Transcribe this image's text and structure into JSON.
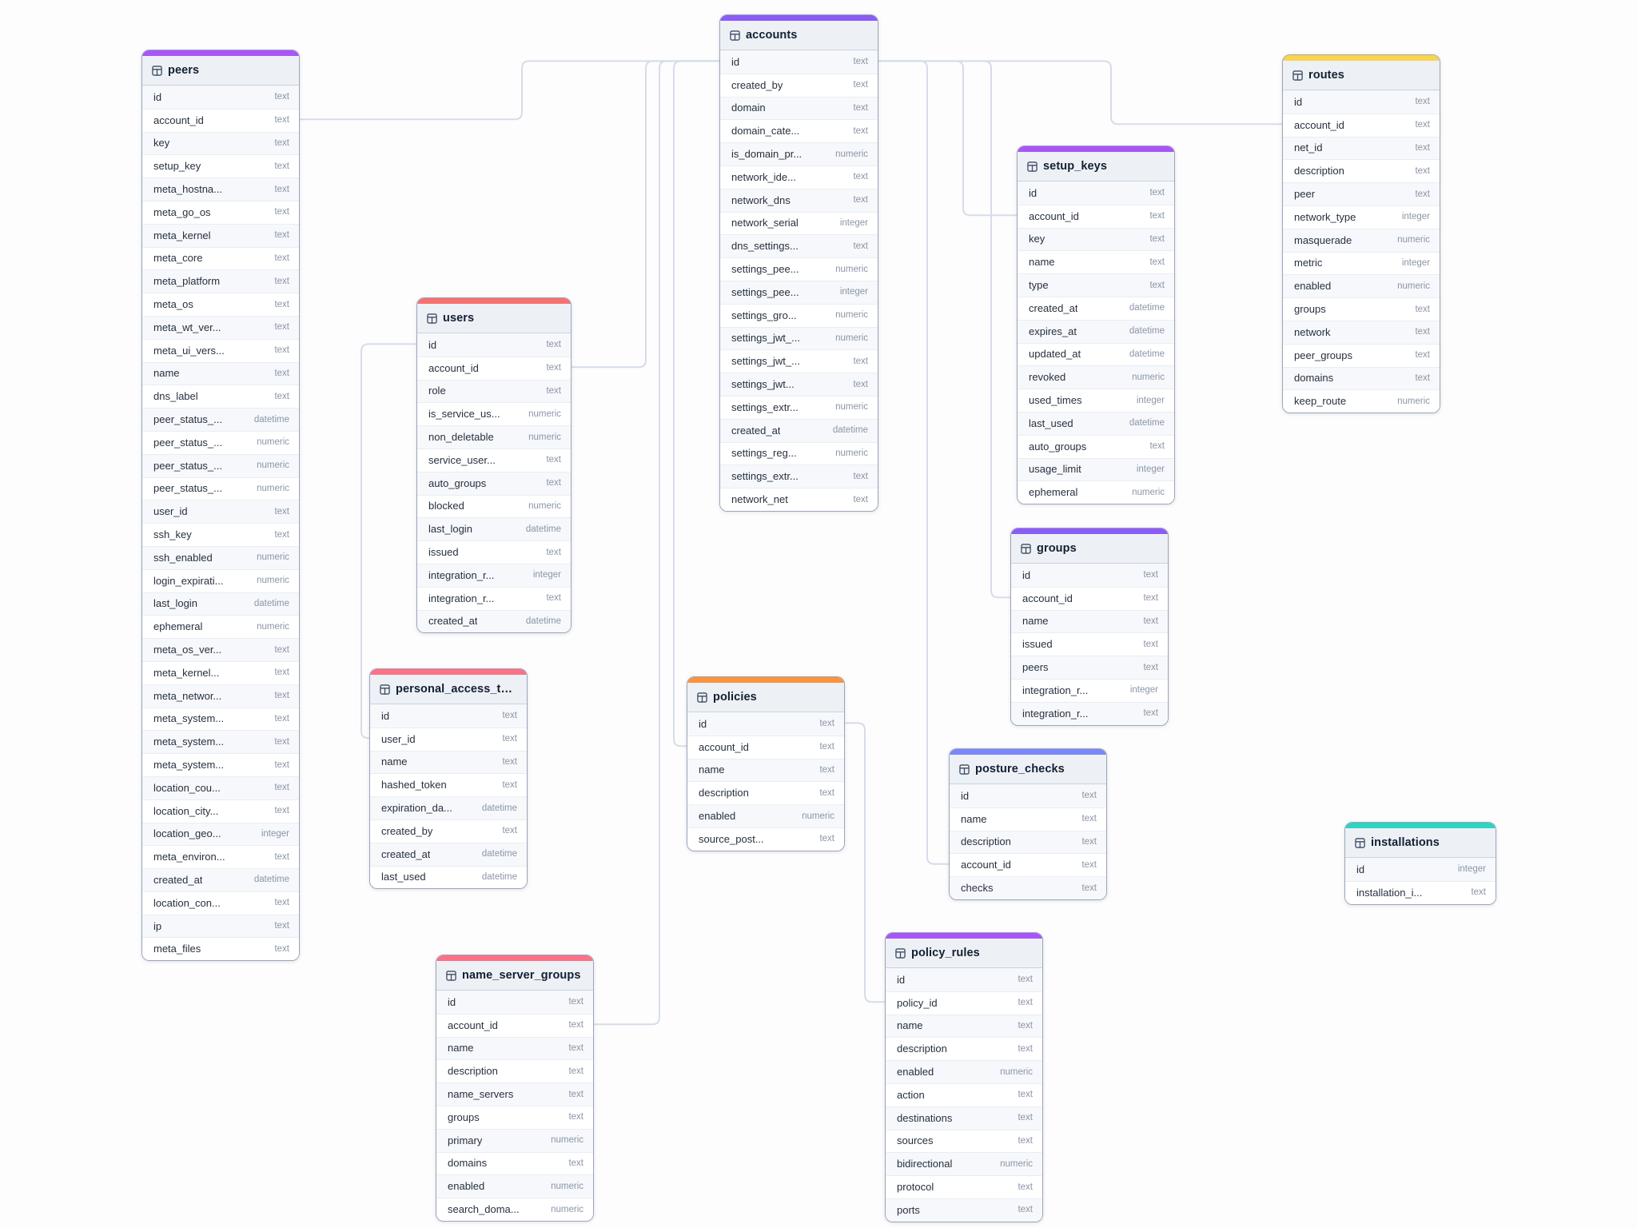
{
  "diagram": {
    "tables": [
      {
        "name": "peers",
        "accent_color": "#a855f7",
        "fields": [
          {
            "name": "id",
            "type": "text"
          },
          {
            "name": "account_id",
            "type": "text"
          },
          {
            "name": "key",
            "type": "text"
          },
          {
            "name": "setup_key",
            "type": "text"
          },
          {
            "name": "meta_hostna...",
            "type": "text"
          },
          {
            "name": "meta_go_os",
            "type": "text"
          },
          {
            "name": "meta_kernel",
            "type": "text"
          },
          {
            "name": "meta_core",
            "type": "text"
          },
          {
            "name": "meta_platform",
            "type": "text"
          },
          {
            "name": "meta_os",
            "type": "text"
          },
          {
            "name": "meta_wt_ver...",
            "type": "text"
          },
          {
            "name": "meta_ui_vers...",
            "type": "text"
          },
          {
            "name": "name",
            "type": "text"
          },
          {
            "name": "dns_label",
            "type": "text"
          },
          {
            "name": "peer_status_...",
            "type": "datetime"
          },
          {
            "name": "peer_status_...",
            "type": "numeric"
          },
          {
            "name": "peer_status_...",
            "type": "numeric"
          },
          {
            "name": "peer_status_...",
            "type": "numeric"
          },
          {
            "name": "user_id",
            "type": "text"
          },
          {
            "name": "ssh_key",
            "type": "text"
          },
          {
            "name": "ssh_enabled",
            "type": "numeric"
          },
          {
            "name": "login_expirati...",
            "type": "numeric"
          },
          {
            "name": "last_login",
            "type": "datetime"
          },
          {
            "name": "ephemeral",
            "type": "numeric"
          },
          {
            "name": "meta_os_ver...",
            "type": "text"
          },
          {
            "name": "meta_kernel...",
            "type": "text"
          },
          {
            "name": "meta_networ...",
            "type": "text"
          },
          {
            "name": "meta_system...",
            "type": "text"
          },
          {
            "name": "meta_system...",
            "type": "text"
          },
          {
            "name": "meta_system...",
            "type": "text"
          },
          {
            "name": "location_cou...",
            "type": "text"
          },
          {
            "name": "location_city...",
            "type": "text"
          },
          {
            "name": "location_geo...",
            "type": "integer"
          },
          {
            "name": "meta_environ...",
            "type": "text"
          },
          {
            "name": "created_at",
            "type": "datetime"
          },
          {
            "name": "location_con...",
            "type": "text"
          },
          {
            "name": "ip",
            "type": "text"
          },
          {
            "name": "meta_files",
            "type": "text"
          }
        ]
      },
      {
        "name": "users",
        "accent_color": "#f87171",
        "fields": [
          {
            "name": "id",
            "type": "text"
          },
          {
            "name": "account_id",
            "type": "text"
          },
          {
            "name": "role",
            "type": "text"
          },
          {
            "name": "is_service_us...",
            "type": "numeric"
          },
          {
            "name": "non_deletable",
            "type": "numeric"
          },
          {
            "name": "service_user...",
            "type": "text"
          },
          {
            "name": "auto_groups",
            "type": "text"
          },
          {
            "name": "blocked",
            "type": "numeric"
          },
          {
            "name": "last_login",
            "type": "datetime"
          },
          {
            "name": "issued",
            "type": "text"
          },
          {
            "name": "integration_r...",
            "type": "integer"
          },
          {
            "name": "integration_r...",
            "type": "text"
          },
          {
            "name": "created_at",
            "type": "datetime"
          }
        ]
      },
      {
        "name": "accounts",
        "accent_color": "#8b5cf6",
        "fields": [
          {
            "name": "id",
            "type": "text"
          },
          {
            "name": "created_by",
            "type": "text"
          },
          {
            "name": "domain",
            "type": "text"
          },
          {
            "name": "domain_cate...",
            "type": "text"
          },
          {
            "name": "is_domain_pr...",
            "type": "numeric"
          },
          {
            "name": "network_ide...",
            "type": "text"
          },
          {
            "name": "network_dns",
            "type": "text"
          },
          {
            "name": "network_serial",
            "type": "integer"
          },
          {
            "name": "dns_settings...",
            "type": "text"
          },
          {
            "name": "settings_pee...",
            "type": "numeric"
          },
          {
            "name": "settings_pee...",
            "type": "integer"
          },
          {
            "name": "settings_gro...",
            "type": "numeric"
          },
          {
            "name": "settings_jwt_...",
            "type": "numeric"
          },
          {
            "name": "settings_jwt_...",
            "type": "text"
          },
          {
            "name": "settings_jwt...",
            "type": "text"
          },
          {
            "name": "settings_extr...",
            "type": "numeric"
          },
          {
            "name": "created_at",
            "type": "datetime"
          },
          {
            "name": "settings_reg...",
            "type": "numeric"
          },
          {
            "name": "settings_extr...",
            "type": "text"
          },
          {
            "name": "network_net",
            "type": "text"
          }
        ]
      },
      {
        "name": "personal_access_tokens",
        "accent_color": "#fb7185",
        "fields": [
          {
            "name": "id",
            "type": "text"
          },
          {
            "name": "user_id",
            "type": "text"
          },
          {
            "name": "name",
            "type": "text"
          },
          {
            "name": "hashed_token",
            "type": "text"
          },
          {
            "name": "expiration_da...",
            "type": "datetime"
          },
          {
            "name": "created_by",
            "type": "text"
          },
          {
            "name": "created_at",
            "type": "datetime"
          },
          {
            "name": "last_used",
            "type": "datetime"
          }
        ]
      },
      {
        "name": "policies",
        "accent_color": "#fb923c",
        "fields": [
          {
            "name": "id",
            "type": "text"
          },
          {
            "name": "account_id",
            "type": "text"
          },
          {
            "name": "name",
            "type": "text"
          },
          {
            "name": "description",
            "type": "text"
          },
          {
            "name": "enabled",
            "type": "numeric"
          },
          {
            "name": "source_post...",
            "type": "text"
          }
        ]
      },
      {
        "name": "name_server_groups",
        "accent_color": "#fb7185",
        "fields": [
          {
            "name": "id",
            "type": "text"
          },
          {
            "name": "account_id",
            "type": "text"
          },
          {
            "name": "name",
            "type": "text"
          },
          {
            "name": "description",
            "type": "text"
          },
          {
            "name": "name_servers",
            "type": "text"
          },
          {
            "name": "groups",
            "type": "text"
          },
          {
            "name": "primary",
            "type": "numeric"
          },
          {
            "name": "domains",
            "type": "text"
          },
          {
            "name": "enabled",
            "type": "numeric"
          },
          {
            "name": "search_doma...",
            "type": "numeric"
          }
        ]
      },
      {
        "name": "setup_keys",
        "accent_color": "#a855f7",
        "fields": [
          {
            "name": "id",
            "type": "text"
          },
          {
            "name": "account_id",
            "type": "text"
          },
          {
            "name": "key",
            "type": "text"
          },
          {
            "name": "name",
            "type": "text"
          },
          {
            "name": "type",
            "type": "text"
          },
          {
            "name": "created_at",
            "type": "datetime"
          },
          {
            "name": "expires_at",
            "type": "datetime"
          },
          {
            "name": "updated_at",
            "type": "datetime"
          },
          {
            "name": "revoked",
            "type": "numeric"
          },
          {
            "name": "used_times",
            "type": "integer"
          },
          {
            "name": "last_used",
            "type": "datetime"
          },
          {
            "name": "auto_groups",
            "type": "text"
          },
          {
            "name": "usage_limit",
            "type": "integer"
          },
          {
            "name": "ephemeral",
            "type": "numeric"
          }
        ]
      },
      {
        "name": "groups",
        "accent_color": "#8b5cf6",
        "fields": [
          {
            "name": "id",
            "type": "text"
          },
          {
            "name": "account_id",
            "type": "text"
          },
          {
            "name": "name",
            "type": "text"
          },
          {
            "name": "issued",
            "type": "text"
          },
          {
            "name": "peers",
            "type": "text"
          },
          {
            "name": "integration_r...",
            "type": "integer"
          },
          {
            "name": "integration_r...",
            "type": "text"
          }
        ]
      },
      {
        "name": "posture_checks",
        "accent_color": "#7b87f8",
        "fields": [
          {
            "name": "id",
            "type": "text"
          },
          {
            "name": "name",
            "type": "text"
          },
          {
            "name": "description",
            "type": "text"
          },
          {
            "name": "account_id",
            "type": "text"
          },
          {
            "name": "checks",
            "type": "text"
          }
        ]
      },
      {
        "name": "policy_rules",
        "accent_color": "#a855f7",
        "fields": [
          {
            "name": "id",
            "type": "text"
          },
          {
            "name": "policy_id",
            "type": "text"
          },
          {
            "name": "name",
            "type": "text"
          },
          {
            "name": "description",
            "type": "text"
          },
          {
            "name": "enabled",
            "type": "numeric"
          },
          {
            "name": "action",
            "type": "text"
          },
          {
            "name": "destinations",
            "type": "text"
          },
          {
            "name": "sources",
            "type": "text"
          },
          {
            "name": "bidirectional",
            "type": "numeric"
          },
          {
            "name": "protocol",
            "type": "text"
          },
          {
            "name": "ports",
            "type": "text"
          }
        ]
      },
      {
        "name": "routes",
        "accent_color": "#fcd34d",
        "fields": [
          {
            "name": "id",
            "type": "text"
          },
          {
            "name": "account_id",
            "type": "text"
          },
          {
            "name": "net_id",
            "type": "text"
          },
          {
            "name": "description",
            "type": "text"
          },
          {
            "name": "peer",
            "type": "text"
          },
          {
            "name": "network_type",
            "type": "integer"
          },
          {
            "name": "masquerade",
            "type": "numeric"
          },
          {
            "name": "metric",
            "type": "integer"
          },
          {
            "name": "enabled",
            "type": "numeric"
          },
          {
            "name": "groups",
            "type": "text"
          },
          {
            "name": "network",
            "type": "text"
          },
          {
            "name": "peer_groups",
            "type": "text"
          },
          {
            "name": "domains",
            "type": "text"
          },
          {
            "name": "keep_route",
            "type": "numeric"
          }
        ]
      },
      {
        "name": "installations",
        "accent_color": "#2dd4bf",
        "fields": [
          {
            "name": "id",
            "type": "integer"
          },
          {
            "name": "installation_i...",
            "type": "text"
          }
        ]
      }
    ],
    "relationships": [
      {
        "from_table": "peers",
        "from_field": "account_id",
        "to_table": "accounts",
        "to_field": "id"
      },
      {
        "from_table": "users",
        "from_field": "account_id",
        "to_table": "accounts",
        "to_field": "id"
      },
      {
        "from_table": "policies",
        "from_field": "account_id",
        "to_table": "accounts",
        "to_field": "id"
      },
      {
        "from_table": "name_server_groups",
        "from_field": "account_id",
        "to_table": "accounts",
        "to_field": "id"
      },
      {
        "from_table": "personal_access_tokens",
        "from_field": "user_id",
        "to_table": "users",
        "to_field": "id"
      },
      {
        "from_table": "setup_keys",
        "from_field": "account_id",
        "to_table": "accounts",
        "to_field": "id"
      },
      {
        "from_table": "groups",
        "from_field": "account_id",
        "to_table": "accounts",
        "to_field": "id"
      },
      {
        "from_table": "posture_checks",
        "from_field": "account_id",
        "to_table": "accounts",
        "to_field": "id"
      },
      {
        "from_table": "routes",
        "from_field": "account_id",
        "to_table": "accounts",
        "to_field": "id"
      },
      {
        "from_table": "policy_rules",
        "from_field": "policy_id",
        "to_table": "policies",
        "to_field": "id"
      }
    ]
  }
}
